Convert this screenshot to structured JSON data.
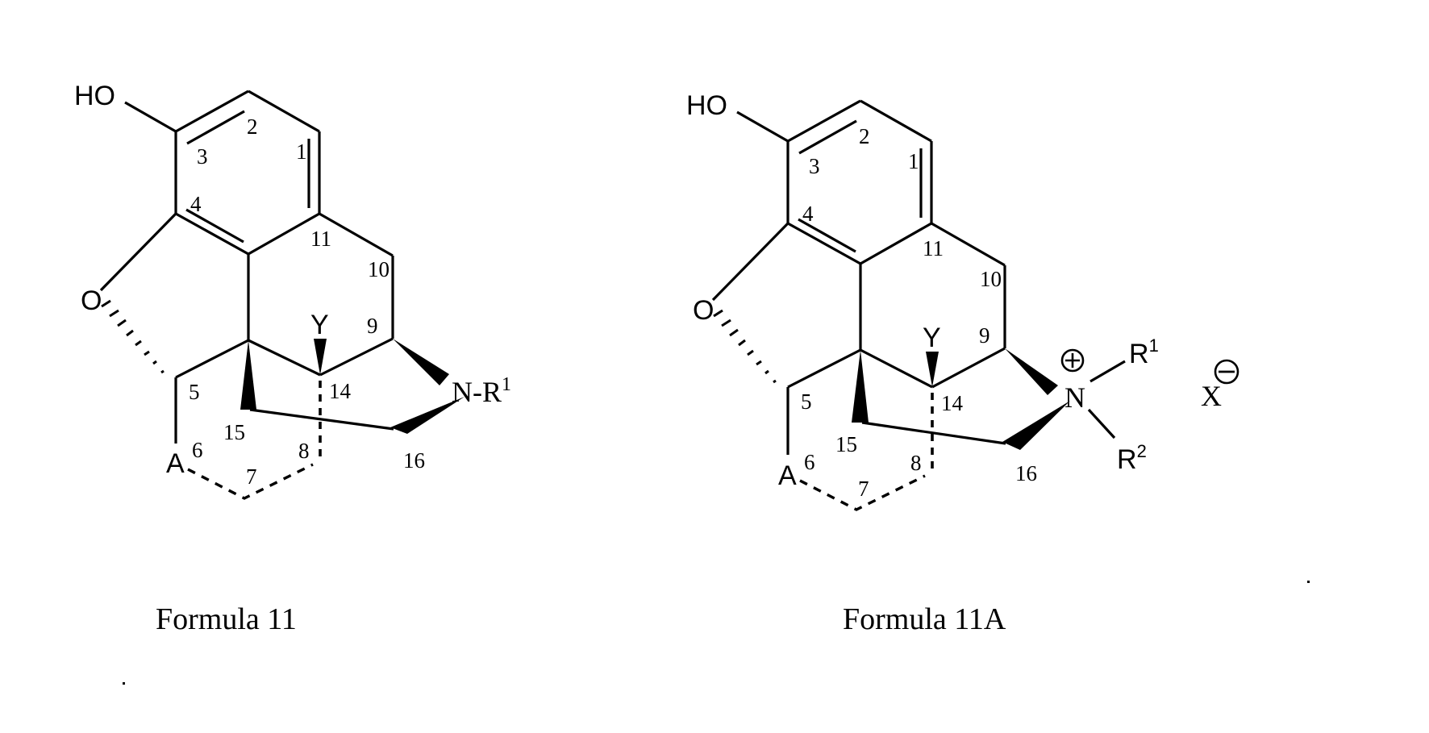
{
  "figure": {
    "structures": [
      {
        "id": "formula-11",
        "caption": "Formula 11",
        "atoms": {
          "hydroxyl": "HO",
          "ring_oxygen": "O",
          "substituent_y": "Y",
          "position_a": "A",
          "nitrogen": "N-R",
          "nitrogen_sup": "1"
        },
        "locants": {
          "c1": "1",
          "c2": "2",
          "c3": "3",
          "c4": "4",
          "c5": "5",
          "c6": "6",
          "c7": "7",
          "c8": "8",
          "c9": "9",
          "c10": "10",
          "c11": "11",
          "c14": "14",
          "c15": "15",
          "c16": "16"
        }
      },
      {
        "id": "formula-11a",
        "caption": "Formula 11A",
        "atoms": {
          "hydroxyl": "HO",
          "ring_oxygen": "O",
          "substituent_y": "Y",
          "position_a": "A",
          "nitrogen": "N",
          "r1": "R",
          "r1_sup": "1",
          "r2": "R",
          "r2_sup": "2",
          "counterion": "X"
        },
        "charges": {
          "nitrogen": "+",
          "counterion": "−"
        },
        "locants": {
          "c1": "1",
          "c2": "2",
          "c3": "3",
          "c4": "4",
          "c5": "5",
          "c6": "6",
          "c7": "7",
          "c8": "8",
          "c9": "9",
          "c10": "10",
          "c11": "11",
          "c14": "14",
          "c15": "15",
          "c16": "16"
        }
      }
    ]
  }
}
